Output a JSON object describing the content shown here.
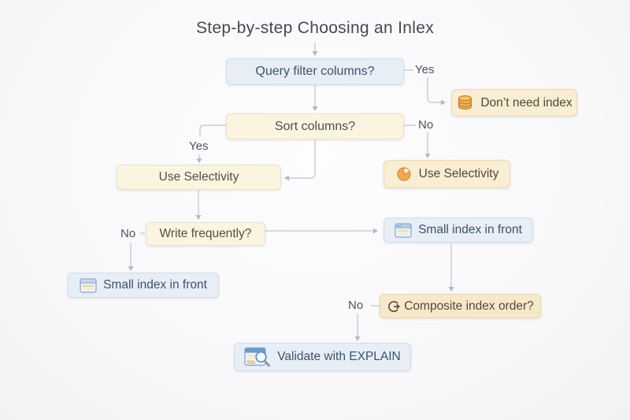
{
  "title": "Step-by-step Choosing an Inlex",
  "nodes": {
    "query": {
      "label": "Query filter columns?"
    },
    "dont_need": {
      "label": "Don’t need index",
      "icon": "database-icon"
    },
    "sort": {
      "label": "Sort columns?"
    },
    "use_sel_left": {
      "label": "Use Selectivity"
    },
    "use_sel_right": {
      "label": "Use Selectivity",
      "icon": "pie-chart-icon"
    },
    "write_freq": {
      "label": "Write frequently?"
    },
    "small_index_right": {
      "label": "Small index in front",
      "icon": "table-window-icon"
    },
    "small_index_left": {
      "label": "Small index in front",
      "icon": "table-window-icon"
    },
    "composite": {
      "label": "Composite index order?",
      "icon": "loop-arrow-icon"
    },
    "validate": {
      "label": "Validate with EXPLAIN",
      "icon": "sql-search-icon"
    }
  },
  "edge_labels": {
    "yes_query": "Yes",
    "no_sort": "No",
    "yes_sort": "Yes",
    "no_write": "No",
    "no_composite": "No"
  },
  "colors": {
    "blue_node_bg": "#e7eef6",
    "cream_node_bg": "#faf4e1",
    "amber_node_bg": "#f9edd3",
    "connector": "#bdc4cd",
    "accent_orange": "#f1aa4d",
    "title_text": "#47474f"
  }
}
